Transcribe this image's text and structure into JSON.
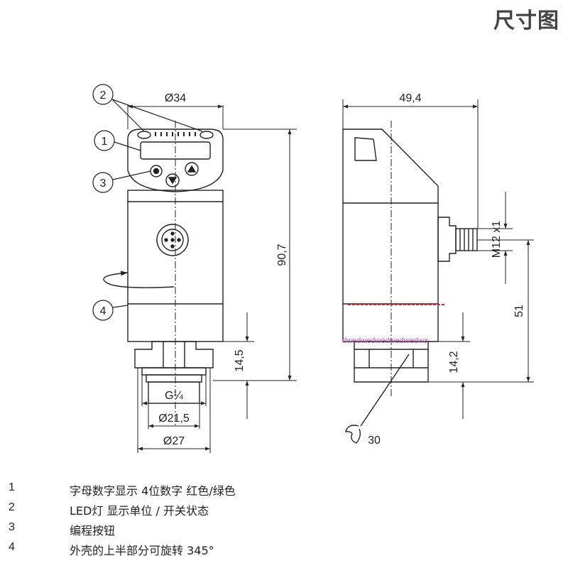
{
  "header": {
    "title": "尺寸图"
  },
  "front_view": {
    "dim_diameter_top": "Ø34",
    "dim_height_total": "90,7",
    "dim_fitting_height": "14,5",
    "dim_thread": "G¼",
    "dim_diameter_21": "Ø21,5",
    "dim_diameter_27": "Ø27",
    "callouts": [
      "2",
      "1",
      "3",
      "4"
    ]
  },
  "side_view": {
    "dim_depth": "49,4",
    "dim_connector": "M12 x1",
    "dim_connector_height": "51",
    "dim_fitting_height": "14,2",
    "dim_wrench": "30",
    "watermark": "dwedwedwedwedwedwa"
  },
  "legend": [
    {
      "num": "1",
      "text": "字母数字显示 4位数字 红色/绿色"
    },
    {
      "num": "2",
      "text": "LED灯 显示单位 / 开关状态"
    },
    {
      "num": "3",
      "text": "编程按钮"
    },
    {
      "num": "4",
      "text": "外壳的上半部分可旋转 345°"
    }
  ]
}
